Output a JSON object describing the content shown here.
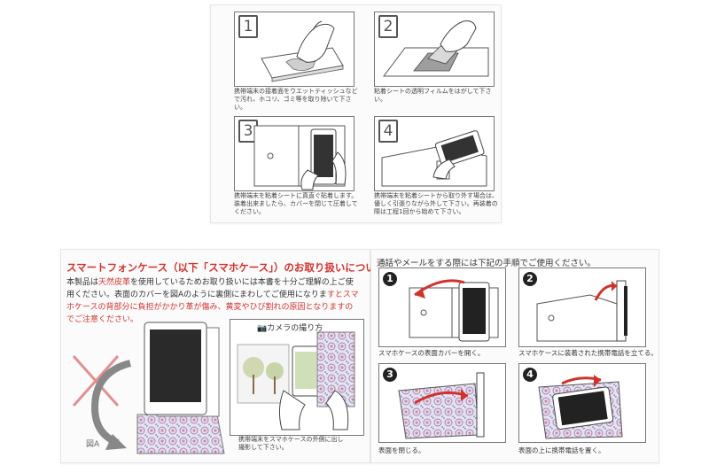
{
  "top_sheet": {
    "steps": [
      {
        "number": "1",
        "caption": "携帯端末の接着面をウエットティッシュなどで汚れ、ホコリ、ゴミ等を取り除いて下さい。"
      },
      {
        "number": "2",
        "caption": "粘着シートの透明フィルムをはがして下さい。"
      },
      {
        "number": "3",
        "caption": "携帯端末を粘着シートに真直ぐ貼着します。装着出来ましたら、カバーを閉じて圧着してください。"
      },
      {
        "number": "4",
        "caption": "携帯端末を粘着シートから取り外す場合は、優しく引張りながら外して下さい。再装着の際は工程1回から始めて下さい。"
      }
    ]
  },
  "bottom_left": {
    "title": "スマートフォンケース（以下「スマホケース」）のお取り扱いについて",
    "paragraph": {
      "p1": "本製品は",
      "p2": "天然皮革",
      "p3": "を使用しているためお取り扱いには本書を十分ご理解の上ご使用ください。表面のカバーを図Aのように裏側にまわしてご使用になりま",
      "p4": "すとスマホケースの背部分に負担がかかり革が傷み、黄変やひび割れの原因となりますのでご注意ください。"
    },
    "figure_label": "図A",
    "camera_title": "カメラの撮り方",
    "camera_caption": "携帯端末をスマホケースの外側に出し撮影して下さい。"
  },
  "bottom_right": {
    "heading": "通話やメールをする際には下記の手順でご使用ください。",
    "steps": [
      {
        "number": "1",
        "caption": "スマホケースの表面カバーを開く。"
      },
      {
        "number": "2",
        "caption": "スマホケースに装着された携帯電話を立てる。"
      },
      {
        "number": "3",
        "caption": "表面を閉じる。"
      },
      {
        "number": "4",
        "caption": "表面の上に携帯電話を置く。"
      }
    ]
  },
  "colors": {
    "accent_red": "#d2322d",
    "pattern_purple": "#9a86b8",
    "pattern_pink": "#c98aa6"
  }
}
